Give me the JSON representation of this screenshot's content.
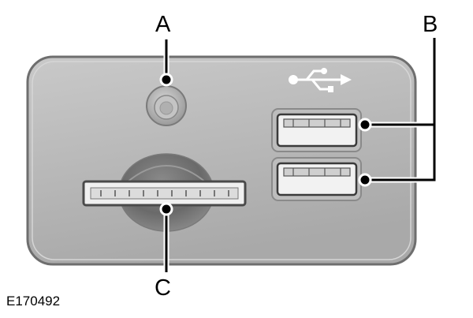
{
  "callouts": {
    "a": "A",
    "b": "B",
    "c": "C"
  },
  "figure_id": "E170492",
  "icons": [
    "usb-icon",
    "audio-jack-icon",
    "sd-card-slot-icon",
    "usb-port-icon"
  ],
  "colors": {
    "panel_fill": "#b8b8b8",
    "panel_edge": "#7a7a7a",
    "leader_line": "#000000",
    "halo": "#ffffff"
  }
}
